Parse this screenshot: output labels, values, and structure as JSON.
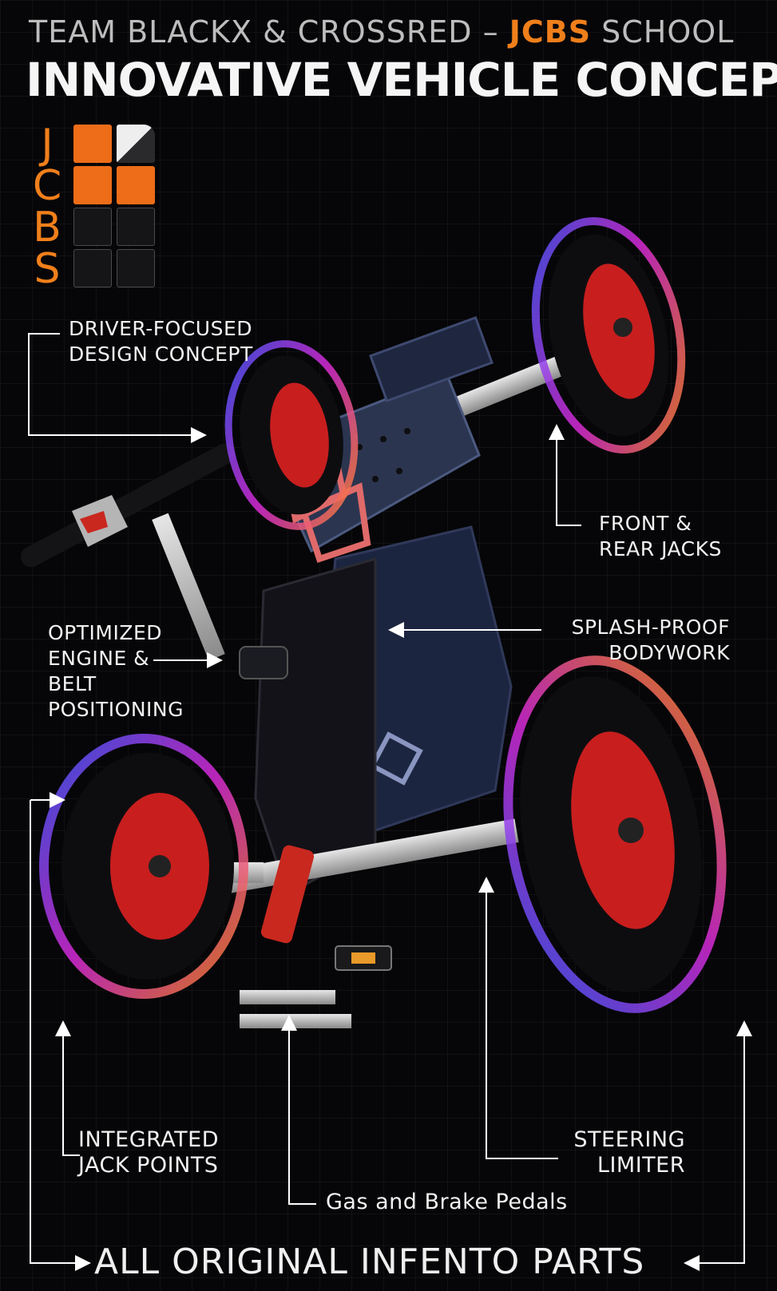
{
  "header": {
    "subtitle_pre": "TEAM BLACKX & CROSSRED – ",
    "subtitle_brand": "JCBS",
    "subtitle_post": " SCHOOL",
    "title": "INNOVATIVE VEHICLE CONCEPT"
  },
  "logo": {
    "letters": [
      "J",
      "C",
      "B",
      "S"
    ]
  },
  "callouts": {
    "driver_focused": "DRIVER-FOCUSED\nDESIGN CONCEPT",
    "front_rear_jacks": "FRONT &\nREAR JACKS",
    "optimized_engine": "OPTIMIZED\nENGINE &\nBELT\nPOSITIONING",
    "splash_proof": "SPLASH-PROOF\nBODYWORK",
    "integrated_jack": "INTEGRATED\nJACK POINTS",
    "steering_limiter": "STEERING\nLIMITER",
    "pedals": "Gas and Brake Pedals"
  },
  "footer": {
    "text": "ALL ORIGINAL INFENTO PARTS"
  },
  "colors": {
    "accent": "#f07f1b",
    "background": "#060608",
    "wheel_rim": "#c81e1e",
    "body_panel": "#1c2540",
    "glow_blue": "#3b5bff",
    "glow_magenta": "#d62ad8",
    "glow_orange": "#ff8a1a"
  }
}
